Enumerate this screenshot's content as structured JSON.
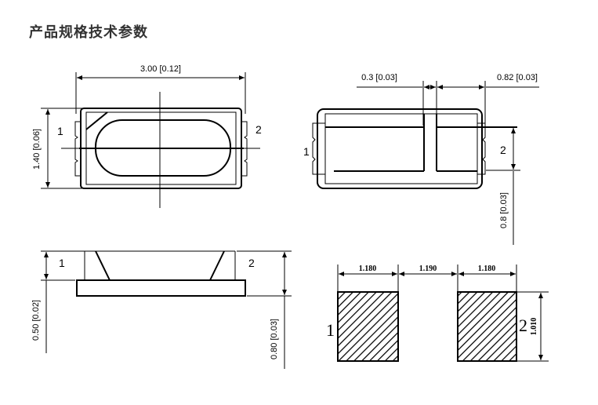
{
  "title": "产品规格技术参数",
  "top_view": {
    "width_dim": "3.00 [0.12]",
    "height_dim": "1.40 [0.06]",
    "pin1": "1",
    "pin2": "2"
  },
  "bottom_view": {
    "gap_dim": "0.3 [0.03]",
    "pad_width_dim": "0.82 [0.03]",
    "pad_height_dim": "0.8 [0.03]",
    "pin1": "1",
    "pin2": "2"
  },
  "side_view": {
    "body_height_dim": "0.50 [0.02]",
    "total_height_dim": "0.80 [0.03]",
    "pin1": "1",
    "pin2": "2"
  },
  "footprint": {
    "pad1_width": "1.180",
    "spacing": "1.190",
    "pad2_width": "1.180",
    "pad_height": "1.010",
    "pin1": "1",
    "pin2": "2"
  }
}
